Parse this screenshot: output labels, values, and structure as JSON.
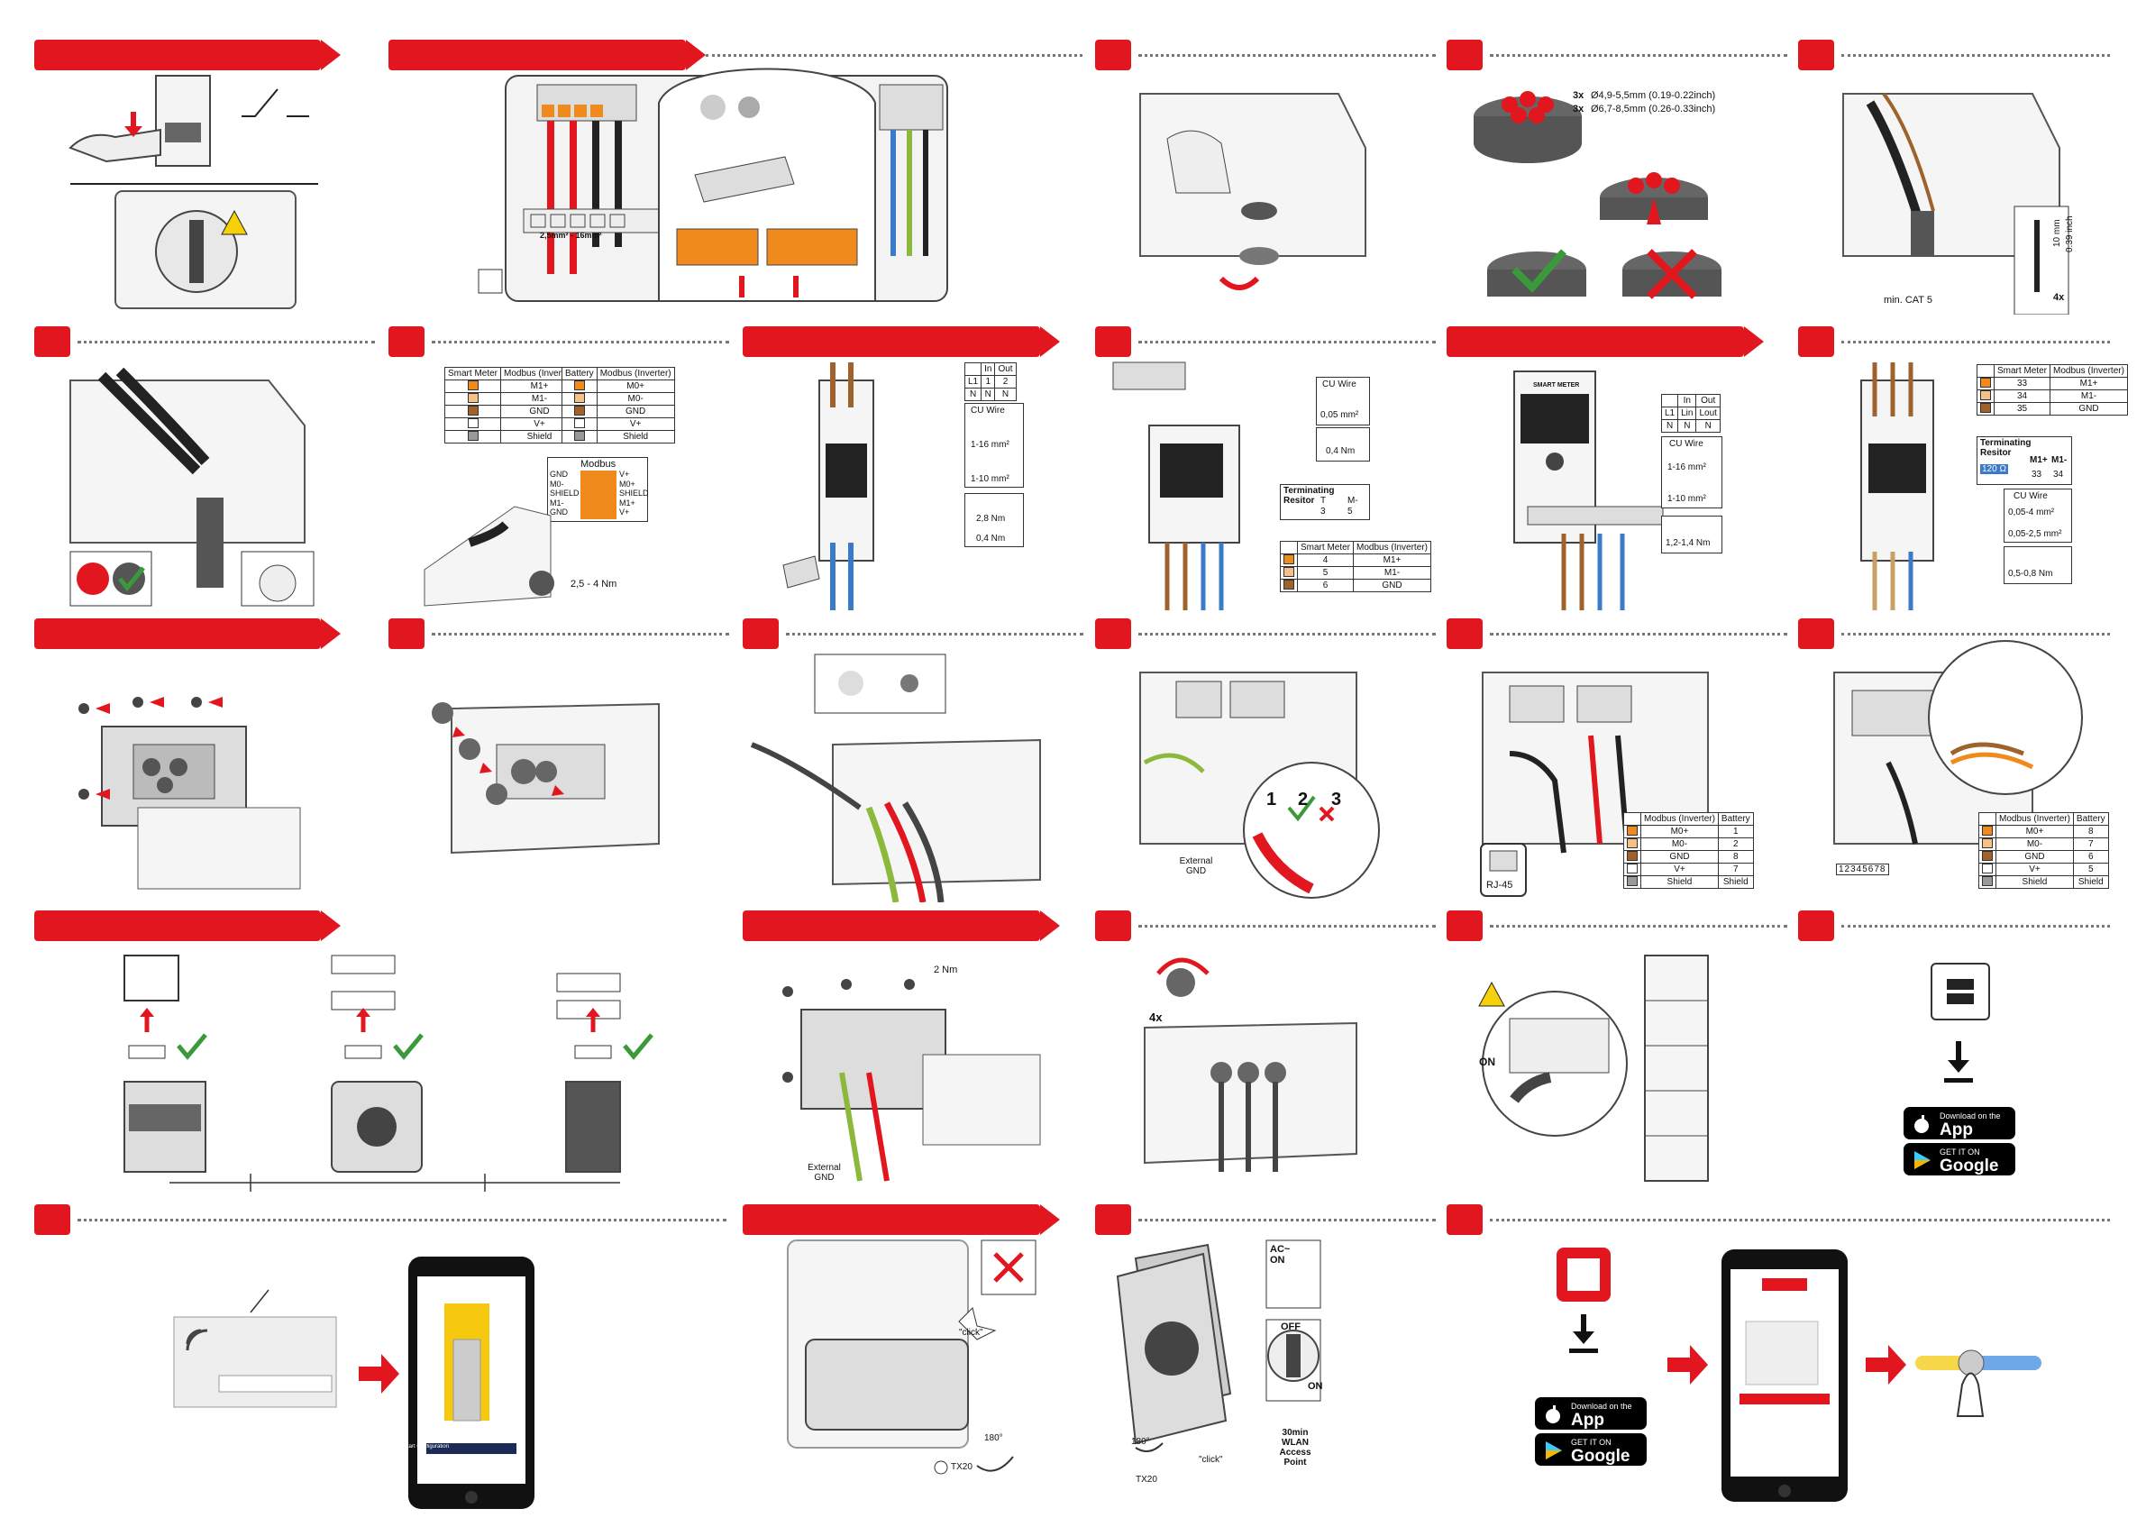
{
  "colors": {
    "accent": "#e2161e",
    "check": "#3a9a3a",
    "line": "#333333",
    "orange": "#f08a1c",
    "brown": "#a0622c",
    "blue": "#3a7ac8",
    "green_yellow": "#8cb83c"
  },
  "step1": {
    "icon": "lightning-warning-icon"
  },
  "step2": {
    "gauge_label": "2,5mm² - 16mm²"
  },
  "step5": {
    "gland_sizes": [
      {
        "qty": "3x",
        "spec": "Ø4,9-5,5mm (0.19-0.22inch)"
      },
      {
        "qty": "3x",
        "spec": "Ø6,7-8,5mm (0.26-0.33inch)"
      }
    ]
  },
  "step6": {
    "strip_mm": "10 mm",
    "strip_inch": "0.39 inch",
    "count": "4x",
    "cable": "min. CAT 5"
  },
  "step8": {
    "torque": "2,5 - 4 Nm",
    "table_left": {
      "headers": [
        "Smart Meter",
        "Modbus (Inverter)"
      ],
      "rows": [
        "M1+",
        "M1-",
        "GND",
        "V+",
        "Shield"
      ]
    },
    "table_right": {
      "headers": [
        "Battery",
        "Modbus (Inverter)"
      ],
      "rows": [
        "M0+",
        "M0-",
        "GND",
        "V+",
        "Shield"
      ]
    },
    "connector_title": "Modbus",
    "connector_left": [
      "GND",
      "M0-",
      "SHIELD",
      "M1-",
      "GND"
    ],
    "connector_right": [
      "V+",
      "M0+",
      "SHIELD",
      "M1+",
      "V+"
    ]
  },
  "step9": {
    "io": {
      "headers": [
        "",
        "In",
        "Out"
      ],
      "rows": [
        [
          "L1",
          "1",
          "2"
        ],
        [
          "N",
          "N",
          "N"
        ]
      ]
    },
    "wire_title": "CU Wire",
    "wire_a": "1-16 mm²",
    "wire_b": "1-10 mm²",
    "torque_a": "2,8 Nm",
    "torque_b": "0,4 Nm"
  },
  "step10": {
    "wire_title": "CU Wire",
    "wire_a": "0,05 mm²",
    "torque": "0,4 Nm",
    "term_title": "Terminating Resitor",
    "term_headers": [
      "T",
      "M-"
    ],
    "term_row": [
      "3",
      "5"
    ],
    "table": {
      "headers": [
        "Smart Meter",
        "Modbus (Inverter)"
      ],
      "rows": [
        [
          "4",
          "M1+"
        ],
        [
          "5",
          "M1-"
        ],
        [
          "6",
          "GND"
        ]
      ]
    }
  },
  "step11": {
    "io": {
      "headers": [
        "",
        "In",
        "Out"
      ],
      "rows": [
        [
          "L1",
          "Lin",
          "Lout"
        ],
        [
          "N",
          "N",
          "N"
        ]
      ]
    },
    "wire_title": "CU Wire",
    "wire_a": "1-16 mm²",
    "wire_b": "1-10 mm²",
    "torque": "1,2-1,4 Nm",
    "device_label": "SMART METER"
  },
  "step12": {
    "table": {
      "headers": [
        "Smart Meter",
        "Modbus (Inverter)"
      ],
      "rows": [
        [
          "33",
          "M1+"
        ],
        [
          "34",
          "M1-"
        ],
        [
          "35",
          "GND"
        ]
      ]
    },
    "term_title": "Terminating Resitor",
    "term_ohm": "120 Ω",
    "term_headers": [
      "M1+",
      "M1-"
    ],
    "term_row": [
      "33",
      "34"
    ],
    "wire_title": "CU Wire",
    "wire_a": "0,05-4 mm²",
    "wire_b": "0,05-2,5 mm²",
    "torque": "0,5-0,8 Nm"
  },
  "step16": {
    "external_gnd": "External GND",
    "stages": [
      "1",
      "2",
      "3"
    ]
  },
  "step17": {
    "rj45": "RJ-45",
    "table": {
      "headers": [
        "Modbus (Inverter)",
        "Battery"
      ],
      "rows": [
        [
          "M0+",
          "1"
        ],
        [
          "M0-",
          "2"
        ],
        [
          "GND",
          "8"
        ],
        [
          "V+",
          "7"
        ],
        [
          "Shield",
          "Shield"
        ]
      ]
    }
  },
  "step18": {
    "dip": "12345678",
    "table": {
      "headers": [
        "Modbus (Inverter)",
        "Battery"
      ],
      "rows": [
        [
          "M0+",
          "8"
        ],
        [
          "M0-",
          "7"
        ],
        [
          "GND",
          "6"
        ],
        [
          "V+",
          "5"
        ],
        [
          "Shield",
          "Shield"
        ]
      ]
    }
  },
  "step20": {
    "torque": "2 Nm",
    "external_gnd": "External GND"
  },
  "step21": {
    "count": "4x"
  },
  "step22": {
    "on": "ON"
  },
  "step23": {
    "app_store_small": "Download on the",
    "app_store": "App Store",
    "google_small": "GET IT ON",
    "google": "Google Play"
  },
  "step24": {
    "start_button": "Start Configuration"
  },
  "step25": {
    "click": "\"click\"",
    "angle": "180°",
    "tool": "TX20"
  },
  "step26": {
    "ac_on": "AC~ ON",
    "off": "OFF",
    "on": "ON",
    "wlan": "30min WLAN Access Point",
    "click": "\"click\"",
    "angle": "180°",
    "tool": "TX20"
  },
  "step27": {
    "app_store_small": "Download on the",
    "app_store": "App Store",
    "google_small": "GET IT ON",
    "google": "Google Play"
  }
}
